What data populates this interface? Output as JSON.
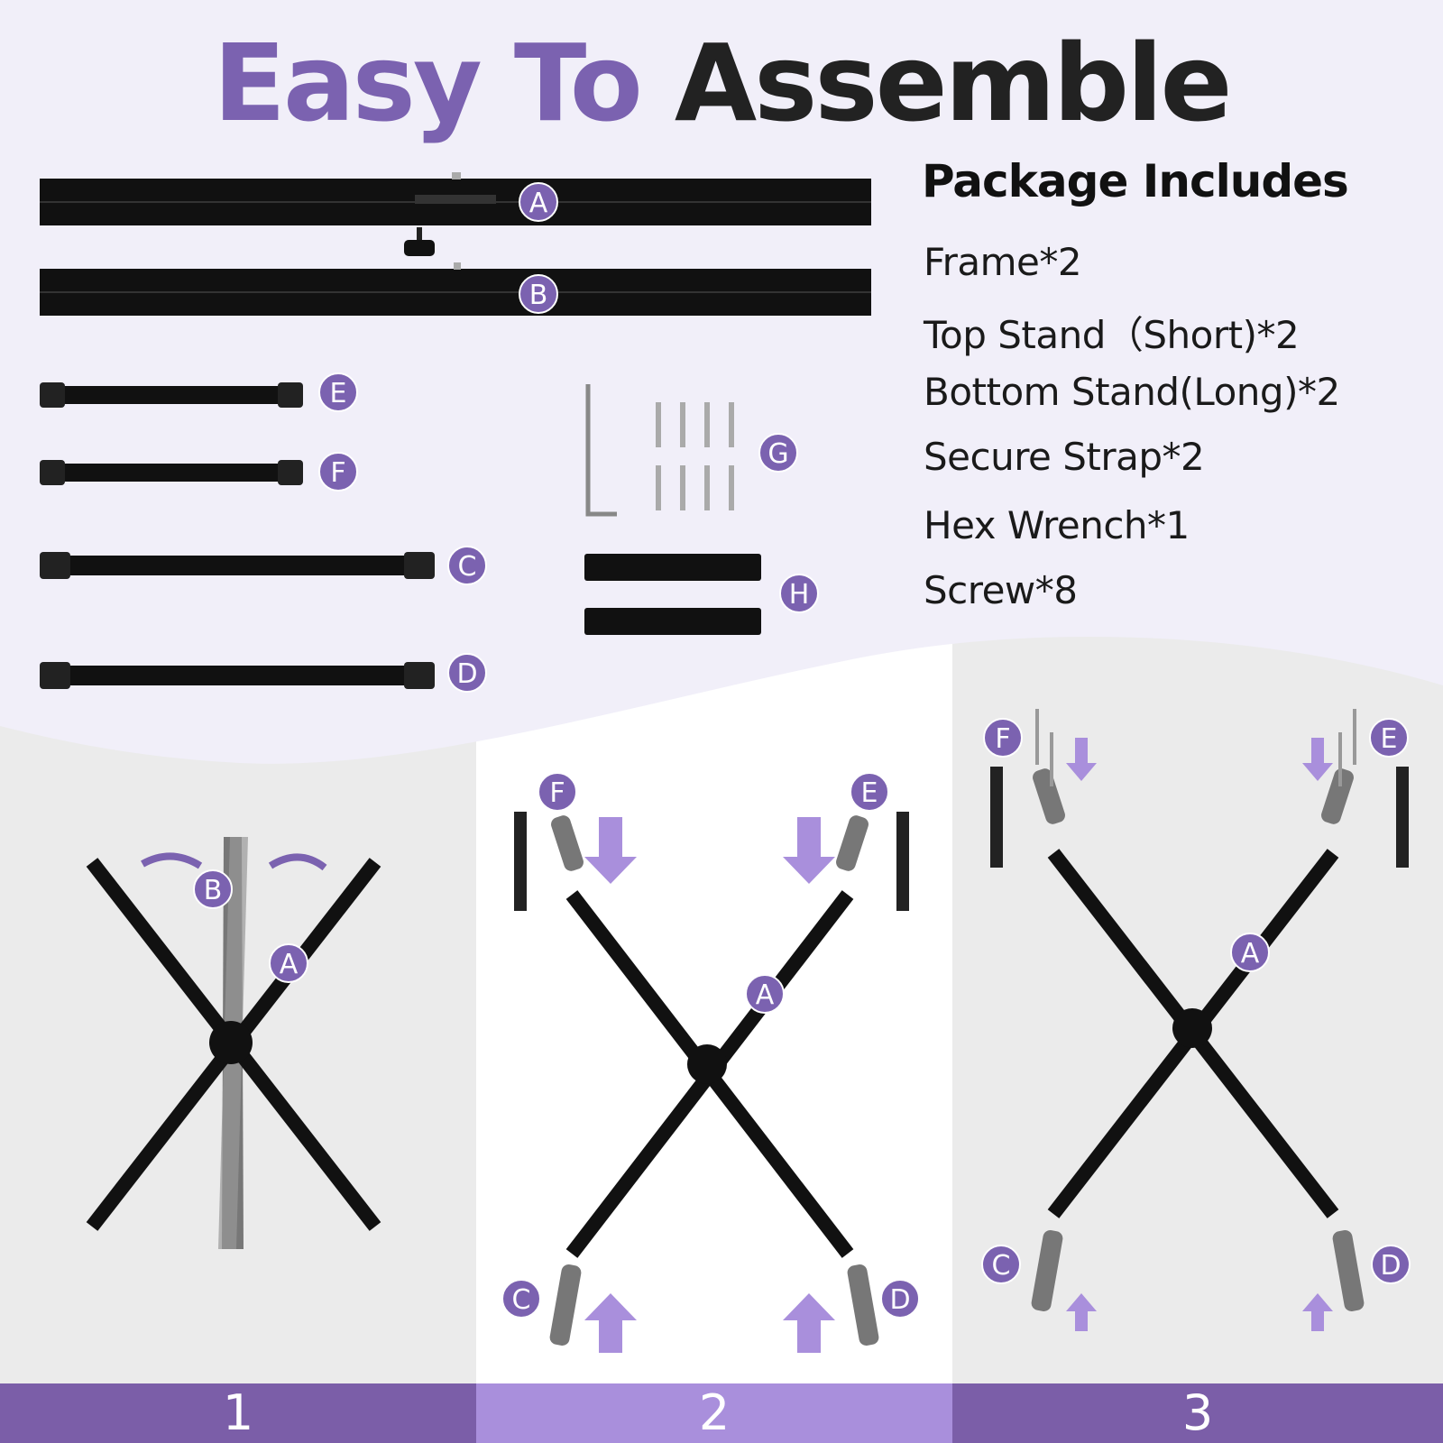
{
  "title": {
    "part1": "Easy To",
    "part2": "Assemble"
  },
  "package": {
    "heading": "Package Includes",
    "items": [
      "Frame*2",
      "Top Stand（Short)*2",
      "Bottom Stand(Long)*2",
      "Secure Strap*2",
      "Hex Wrench*1",
      "Screw*8"
    ]
  },
  "parts_labels": {
    "a": "A",
    "b": "B",
    "c": "C",
    "d": "D",
    "e": "E",
    "f": "F",
    "g": "G",
    "h": "H"
  },
  "steps": [
    "1",
    "2",
    "3"
  ],
  "colors": {
    "accent": "#7b62b0",
    "accent_light": "#a98fdc",
    "dark": "#222222"
  }
}
